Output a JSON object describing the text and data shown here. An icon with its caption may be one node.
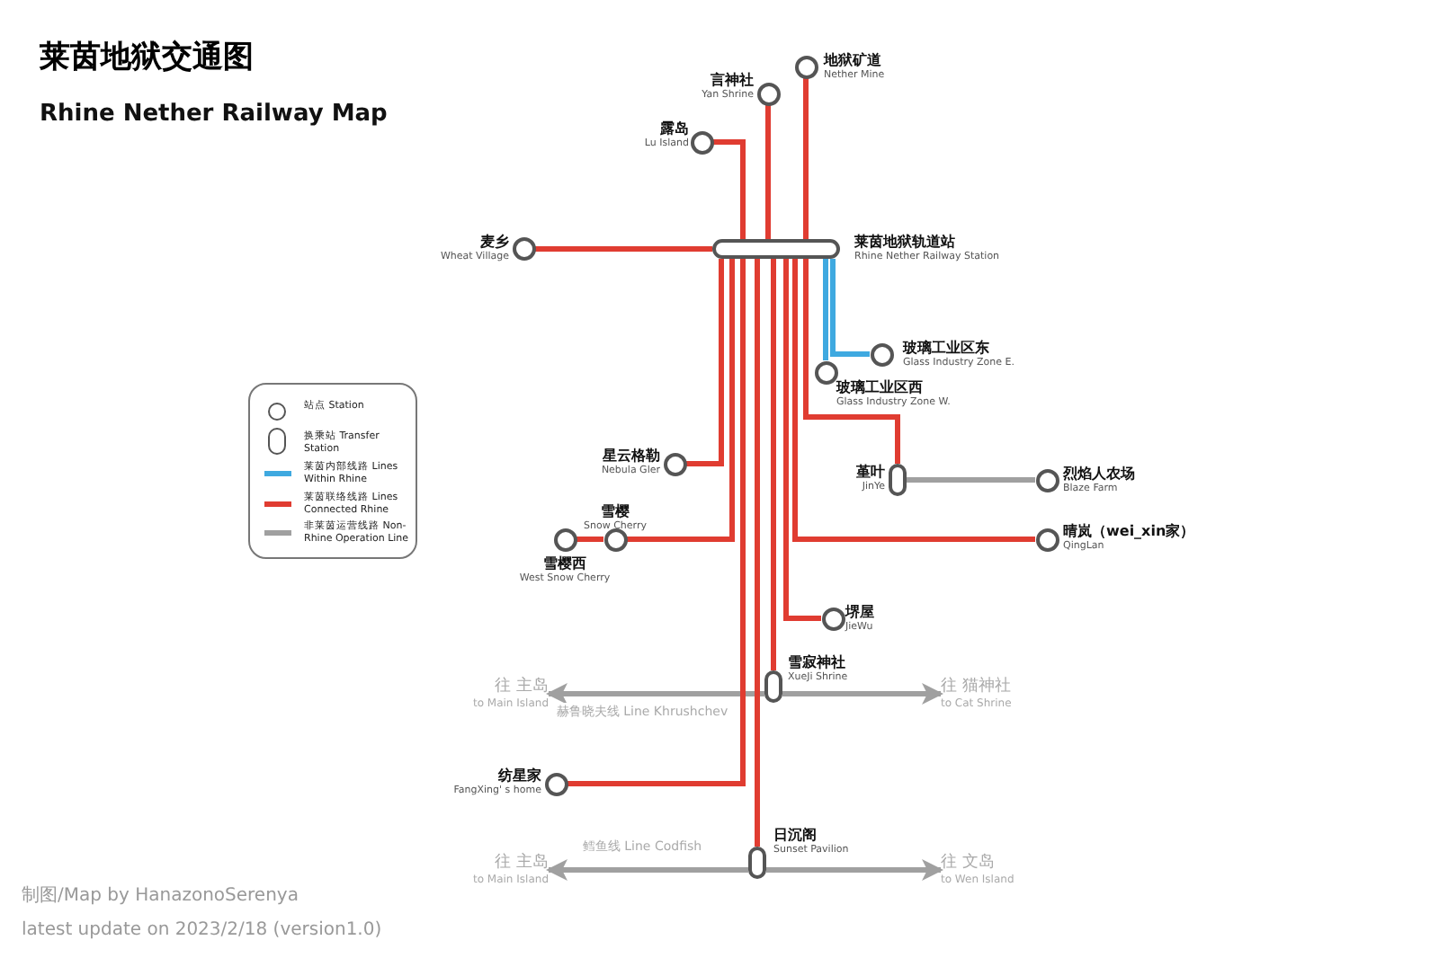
{
  "diagram": {
    "title": "莱茵地狱交通图",
    "nodes": [
      {
        "text": [],
        "shape": "circle",
        "beside": [
          "地狱矿道",
          "Nether Mine"
        ]
      },
      {
        "text": [],
        "shape": "circle",
        "beside": [
          "言神社",
          "Yan Shrine"
        ]
      },
      {
        "text": [],
        "shape": "circle",
        "beside": [
          "露岛",
          "Lu Island"
        ]
      },
      {
        "text": [],
        "shape": "circle",
        "beside": [
          "麦乡",
          "Wheat Village"
        ]
      },
      {
        "text": [],
        "shape": "capsule",
        "beside": [
          "莱茵地狱轨道站",
          "Rhine Nether Railway Station"
        ]
      },
      {
        "text": [],
        "shape": "circle",
        "beside": [
          "玻璃工业区东",
          "Glass Industry Zone E."
        ]
      },
      {
        "text": [],
        "shape": "circle",
        "beside": [
          "玻璃工业区西",
          "Glass Industry Zone W."
        ]
      },
      {
        "text": [],
        "shape": "circle",
        "beside": [
          "星云格勒",
          "Nebula Gler"
        ]
      },
      {
        "text": [],
        "shape": "capsule",
        "beside": [
          "堇叶",
          "JinYe"
        ]
      },
      {
        "text": [],
        "shape": "circle",
        "beside": [
          "烈焰人农场",
          "Blaze Farm"
        ]
      },
      {
        "text": [],
        "shape": "circle",
        "beside": [
          "雪樱",
          "Snow Cherry"
        ]
      },
      {
        "text": [],
        "shape": "circle",
        "beside": [
          "雪樱西",
          "West Snow Cherry"
        ]
      },
      {
        "text": [],
        "shape": "circle",
        "beside": [
          "晴岚（wei_xin家）",
          "QingLan"
        ]
      },
      {
        "text": [],
        "shape": "circle",
        "beside": [
          "堺屋",
          "JieWu"
        ]
      },
      {
        "text": [],
        "shape": "capsule",
        "beside": [
          "雪寂神社",
          "XueJi Shrine"
        ]
      },
      {
        "text": [
          "往 主岛",
          "to Main Island"
        ]
      },
      {
        "text": [
          "往 猫神社",
          "to Cat Shrine"
        ]
      },
      {
        "text": [],
        "shape": "circle",
        "beside": [
          "纺星家",
          "FangXing' s home"
        ]
      },
      {
        "text": [],
        "shape": "capsule",
        "beside": [
          "日沉阁",
          "Sunset Pavilion"
        ]
      },
      {
        "text": [
          "往 主岛",
          "to Main Island"
        ]
      },
      {
        "text": [
          "往 文岛",
          "to Wen Island"
        ]
      }
    ],
    "edges": [
      {
        "from": 4,
        "to": 0,
        "arrow": "none"
      },
      {
        "from": 4,
        "to": 1,
        "arrow": "none"
      },
      {
        "from": 4,
        "to": 2,
        "arrow": "none"
      },
      {
        "from": 4,
        "to": 3,
        "arrow": "none"
      },
      {
        "from": 4,
        "to": 5,
        "arrow": "none",
        "color": "#3fa9e0"
      },
      {
        "from": 4,
        "to": 6,
        "arrow": "none",
        "color": "#3fa9e0"
      },
      {
        "from": 4,
        "to": 7,
        "arrow": "none"
      },
      {
        "from": 4,
        "to": 10,
        "arrow": "none"
      },
      {
        "from": 10,
        "to": 11,
        "arrow": "none"
      },
      {
        "from": 4,
        "to": 17,
        "arrow": "none"
      },
      {
        "from": 4,
        "to": 18,
        "arrow": "none"
      },
      {
        "from": 4,
        "to": 14,
        "arrow": "none"
      },
      {
        "from": 4,
        "to": 13,
        "arrow": "none"
      },
      {
        "from": 4,
        "to": 12,
        "arrow": "none"
      },
      {
        "from": 4,
        "to": 8,
        "arrow": "none"
      },
      {
        "from": 8,
        "to": 9,
        "arrow": "none",
        "color": "#a0a0a0"
      },
      {
        "from": 14,
        "to": 15,
        "arrow": "to",
        "color": "#a0a0a0",
        "label": "赫鲁晓夫线 Line Khrushchev"
      },
      {
        "from": 14,
        "to": 16,
        "arrow": "to",
        "color": "#a0a0a0"
      },
      {
        "from": 18,
        "to": 19,
        "arrow": "to",
        "color": "#a0a0a0",
        "label": "鳕鱼线 Line Codfish"
      },
      {
        "from": 18,
        "to": 20,
        "arrow": "to",
        "color": "#a0a0a0"
      }
    ],
    "labels": [
      "Rhine Nether Railway Map",
      "制图/Map by HanazonoSerenya",
      "latest update on 2023/2/18 (version1.0)"
    ],
    "legend": [
      {
        "text": "站点 Station"
      },
      {
        "text": "换乘站 Transfer Station"
      },
      {
        "text": "莱茵内部线路 Lines Within Rhine",
        "color": "#3fa9e0"
      },
      {
        "text": "莱茵联络线路 Lines Connected Rhine",
        "color": "#e03c31"
      },
      {
        "text": "非莱茵运营线路 Non-Rhine Operation Line",
        "color": "#a0a0a0"
      }
    ]
  }
}
